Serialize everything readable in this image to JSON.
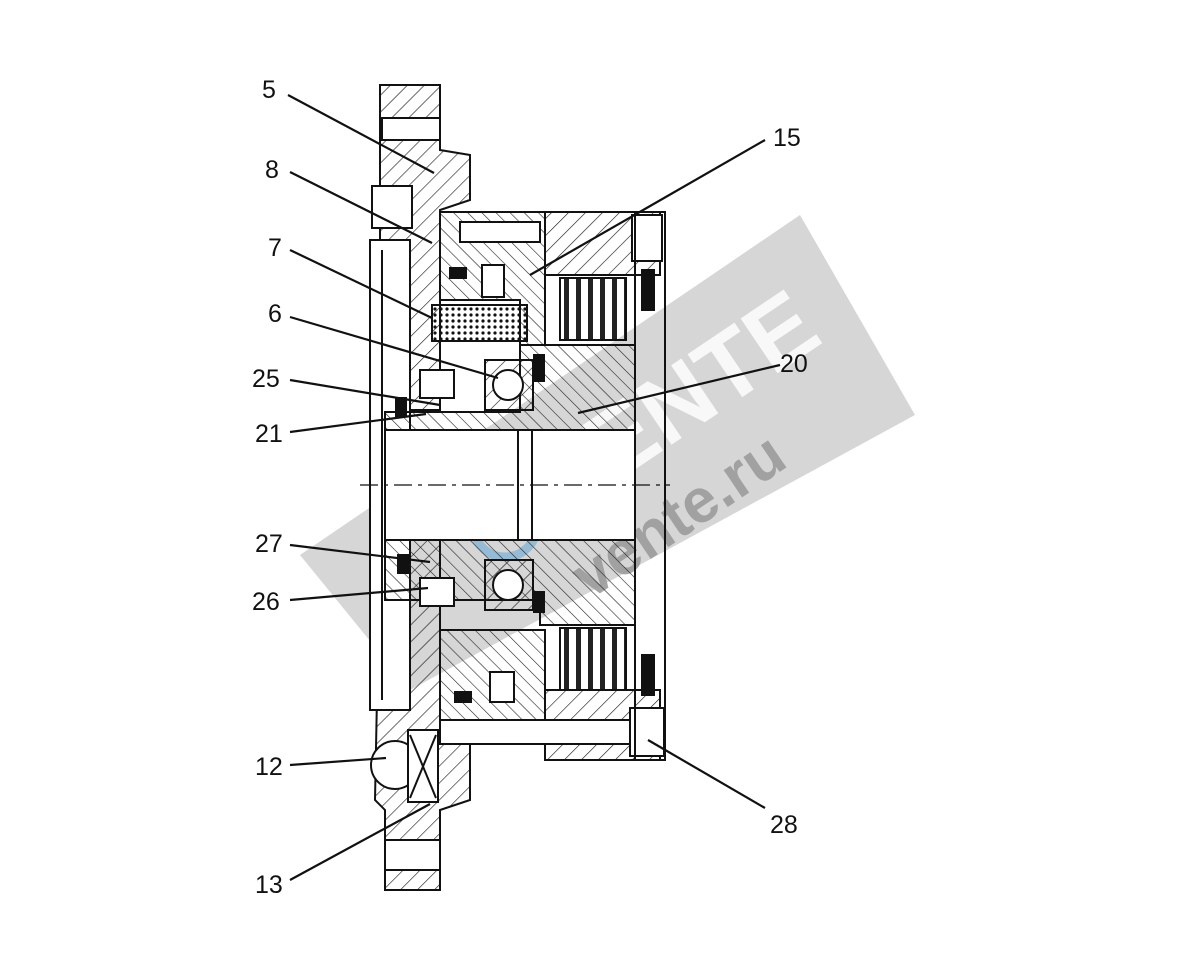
{
  "drawing": {
    "part_labels": [
      "5",
      "8",
      "7",
      "6",
      "25",
      "21",
      "27",
      "26",
      "12",
      "13",
      "15",
      "20",
      "28"
    ]
  },
  "watermark": {
    "brand": "VENTE",
    "site": "vente.ru",
    "color": "#b9b9b9"
  }
}
